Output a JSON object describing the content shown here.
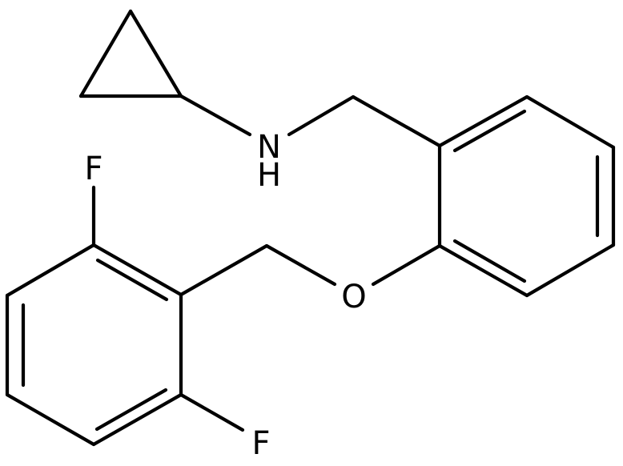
{
  "molecule": {
    "atoms": {
      "nitrogen": "N",
      "nitrogen_hydrogen": "H",
      "oxygen": "O",
      "fluorine_top": "F",
      "fluorine_bottom": "F"
    },
    "colors": {
      "bond": "#000000",
      "label": "#000000",
      "background": "#ffffff"
    }
  }
}
